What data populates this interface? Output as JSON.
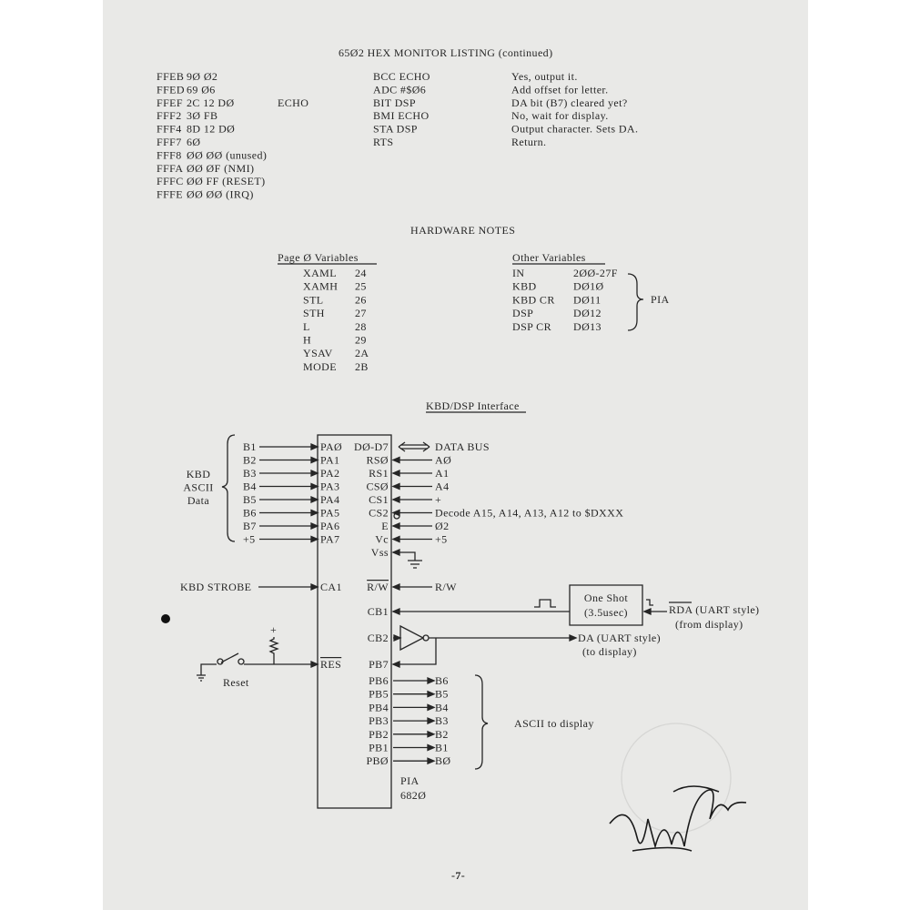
{
  "listing": {
    "title": "65Ø2 HEX MONITOR LISTING (continued)",
    "rows": [
      {
        "addr": "FFEB",
        "bytes": "9Ø Ø2",
        "label": "",
        "op": "BCC ECHO",
        "comment": "Yes,  output it."
      },
      {
        "addr": "FFED",
        "bytes": "69 Ø6",
        "label": "",
        "op": "ADC #$Ø6",
        "comment": "Add offset for letter."
      },
      {
        "addr": "FFEF",
        "bytes": "2C 12 DØ",
        "label": "ECHO",
        "op": "BIT DSP",
        "comment": "DA bit (B7) cleared yet?"
      },
      {
        "addr": "FFF2",
        "bytes": "3Ø FB",
        "label": "",
        "op": "BMI ECHO",
        "comment": "No,  wait for display."
      },
      {
        "addr": "FFF4",
        "bytes": "8D 12 DØ",
        "label": "",
        "op": "STA DSP",
        "comment": "Output character.  Sets DA."
      },
      {
        "addr": "FFF7",
        "bytes": "6Ø",
        "label": "",
        "op": "RTS",
        "comment": "Return."
      },
      {
        "addr": "FFF8",
        "bytes": "ØØ ØØ (unused)",
        "label": "",
        "op": "",
        "comment": ""
      },
      {
        "addr": "FFFA",
        "bytes": "ØØ ØF (NMI)",
        "label": "",
        "op": "",
        "comment": ""
      },
      {
        "addr": "FFFC",
        "bytes": "ØØ FF (RESET)",
        "label": "",
        "op": "",
        "comment": ""
      },
      {
        "addr": "FFFE",
        "bytes": "ØØ ØØ (IRQ)",
        "label": "",
        "op": "",
        "comment": ""
      }
    ]
  },
  "hardware": {
    "title": "HARDWARE NOTES",
    "page0": {
      "header": "Page Ø Variables",
      "rows": [
        [
          "XAML",
          "24"
        ],
        [
          "XAMH",
          "25"
        ],
        [
          "STL",
          "26"
        ],
        [
          "STH",
          "27"
        ],
        [
          "L",
          "28"
        ],
        [
          "H",
          "29"
        ],
        [
          "YSAV",
          "2A"
        ],
        [
          "MODE",
          "2B"
        ]
      ]
    },
    "other": {
      "header": "Other Variables",
      "rows": [
        [
          "IN",
          "2ØØ-27F"
        ],
        [
          "KBD",
          "DØ1Ø"
        ],
        [
          "KBD CR",
          "DØ11"
        ],
        [
          "DSP",
          "DØ12"
        ],
        [
          "DSP CR",
          "DØ13"
        ]
      ],
      "group_label": "PIA"
    }
  },
  "diagram": {
    "title": "KBD/DSP Interface",
    "kbd_label": [
      "KBD",
      "ASCII",
      "Data"
    ],
    "left_inputs": [
      "B1",
      "B2",
      "B3",
      "B4",
      "B5",
      "B6",
      "B7",
      "+5"
    ],
    "pa_pins": [
      "PAØ",
      "PA1",
      "PA2",
      "PA3",
      "PA4",
      "PA5",
      "PA6",
      "PA7"
    ],
    "right_pins": [
      "DØ-D7",
      "RSØ",
      "RS1",
      "CSØ",
      "CS1",
      "CS2",
      "E",
      "Vc",
      "Vss"
    ],
    "right_signals": [
      "DATA BUS",
      "AØ",
      "A1",
      "A4",
      "+",
      "Decode A15, A14, A13, A12 to $DXXX",
      "Ø2",
      "+5",
      ""
    ],
    "kbd_strobe": "KBD STROBE",
    "ca1": "CA1",
    "rw_pin": "R/W",
    "rw_signal": "R/W",
    "cb1": "CB1",
    "cb2": "CB2",
    "pb7": "PB7",
    "res": "RES",
    "reset_label": "Reset",
    "plus": "+",
    "one_shot": [
      "One Shot",
      "(3.5usec)"
    ],
    "rda": [
      "RDA (UART style)",
      "(from display)"
    ],
    "da": [
      "DA (UART style)",
      "(to display)"
    ],
    "pb_pins": [
      "PB6",
      "PB5",
      "PB4",
      "PB3",
      "PB2",
      "PB1",
      "PBØ"
    ],
    "pb_outputs": [
      "B6",
      "B5",
      "B4",
      "B3",
      "B2",
      "B1",
      "BØ"
    ],
    "ascii_display": "ASCII to display",
    "chip": [
      "PIA",
      "682Ø"
    ]
  },
  "page_number": "-7-",
  "signature": "Ray Sims (signature)",
  "colors": {
    "paper": "#e9e9e7",
    "ink": "#262626"
  }
}
